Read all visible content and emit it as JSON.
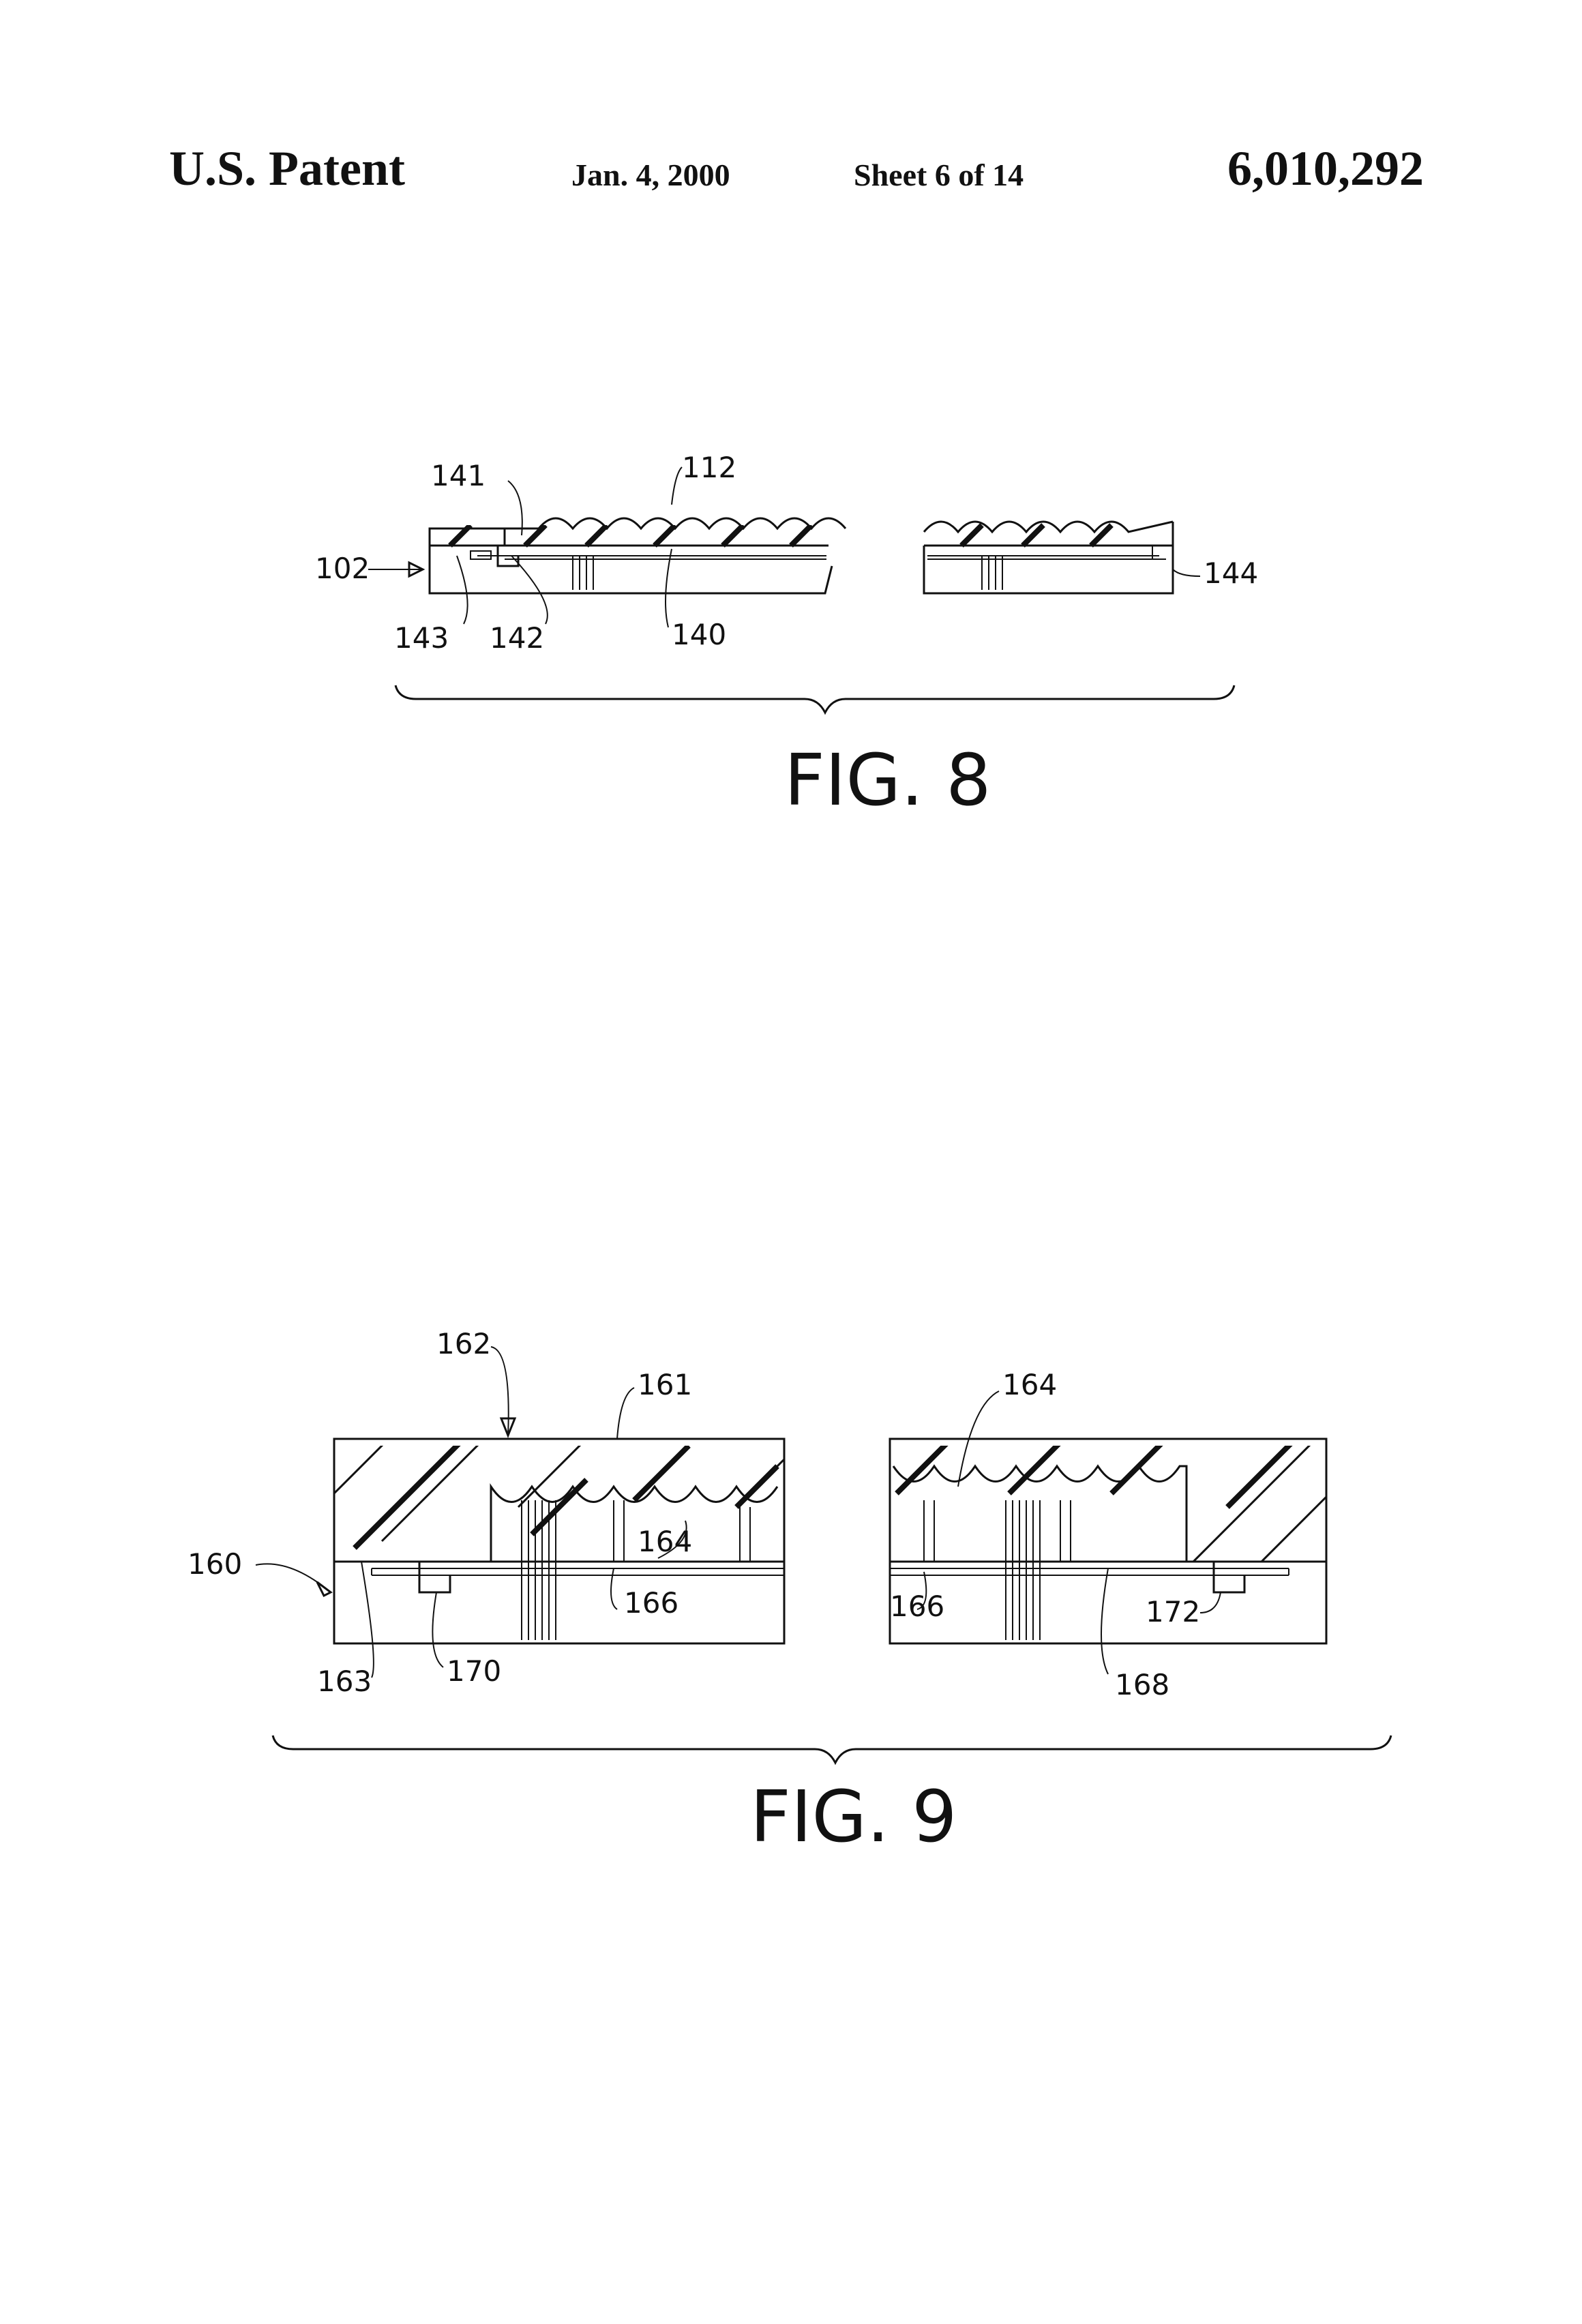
{
  "header": {
    "left": "U.S. Patent",
    "date": "Jan. 4, 2000",
    "sheet": "Sheet 6 of 14",
    "number": "6,010,292"
  },
  "fig8": {
    "caption": "FIG. 8",
    "labels": {
      "l141": "141",
      "l112": "112",
      "l102": "102",
      "l144": "144",
      "l143": "143",
      "l142": "142",
      "l140": "140"
    }
  },
  "fig9": {
    "caption": "FIG. 9",
    "labels": {
      "l162": "162",
      "l161": "161",
      "l164a": "164",
      "l164b": "164",
      "l160": "160",
      "l166a": "166",
      "l166b": "166",
      "l172": "172",
      "l163": "163",
      "l170": "170",
      "l168": "168"
    }
  }
}
